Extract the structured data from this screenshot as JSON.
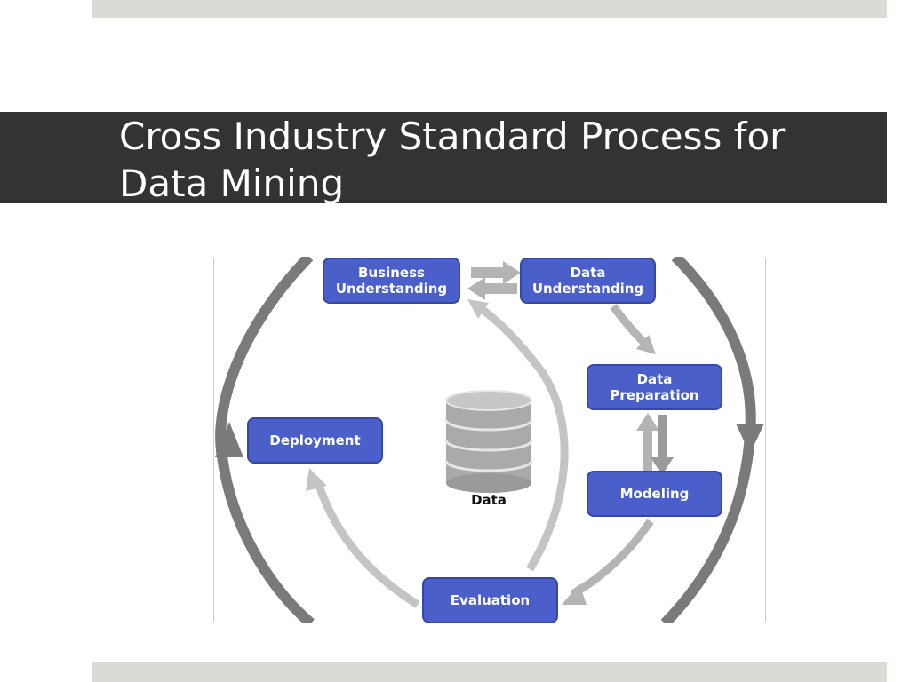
{
  "slide": {
    "title_line1": "Cross Industry Standard Process for",
    "title_line2": "Data Mining",
    "colors": {
      "title_bar": "#333333",
      "band": "#d9dcd5",
      "node": "#4a5fc9",
      "outer_cycle": "#7a7a7a",
      "inner_arrows": "#b4b4b4"
    }
  },
  "diagram": {
    "nodes": {
      "business": {
        "line1": "Business",
        "line2": "Understanding"
      },
      "data_understanding": {
        "line1": "Data",
        "line2": "Understanding"
      },
      "data_preparation": {
        "line1": "Data",
        "line2": "Preparation"
      },
      "modeling": {
        "line1": "Modeling"
      },
      "evaluation": {
        "line1": "Evaluation"
      },
      "deployment": {
        "line1": "Deployment"
      }
    },
    "center_label": "Data",
    "center_icon": "database-icon"
  }
}
